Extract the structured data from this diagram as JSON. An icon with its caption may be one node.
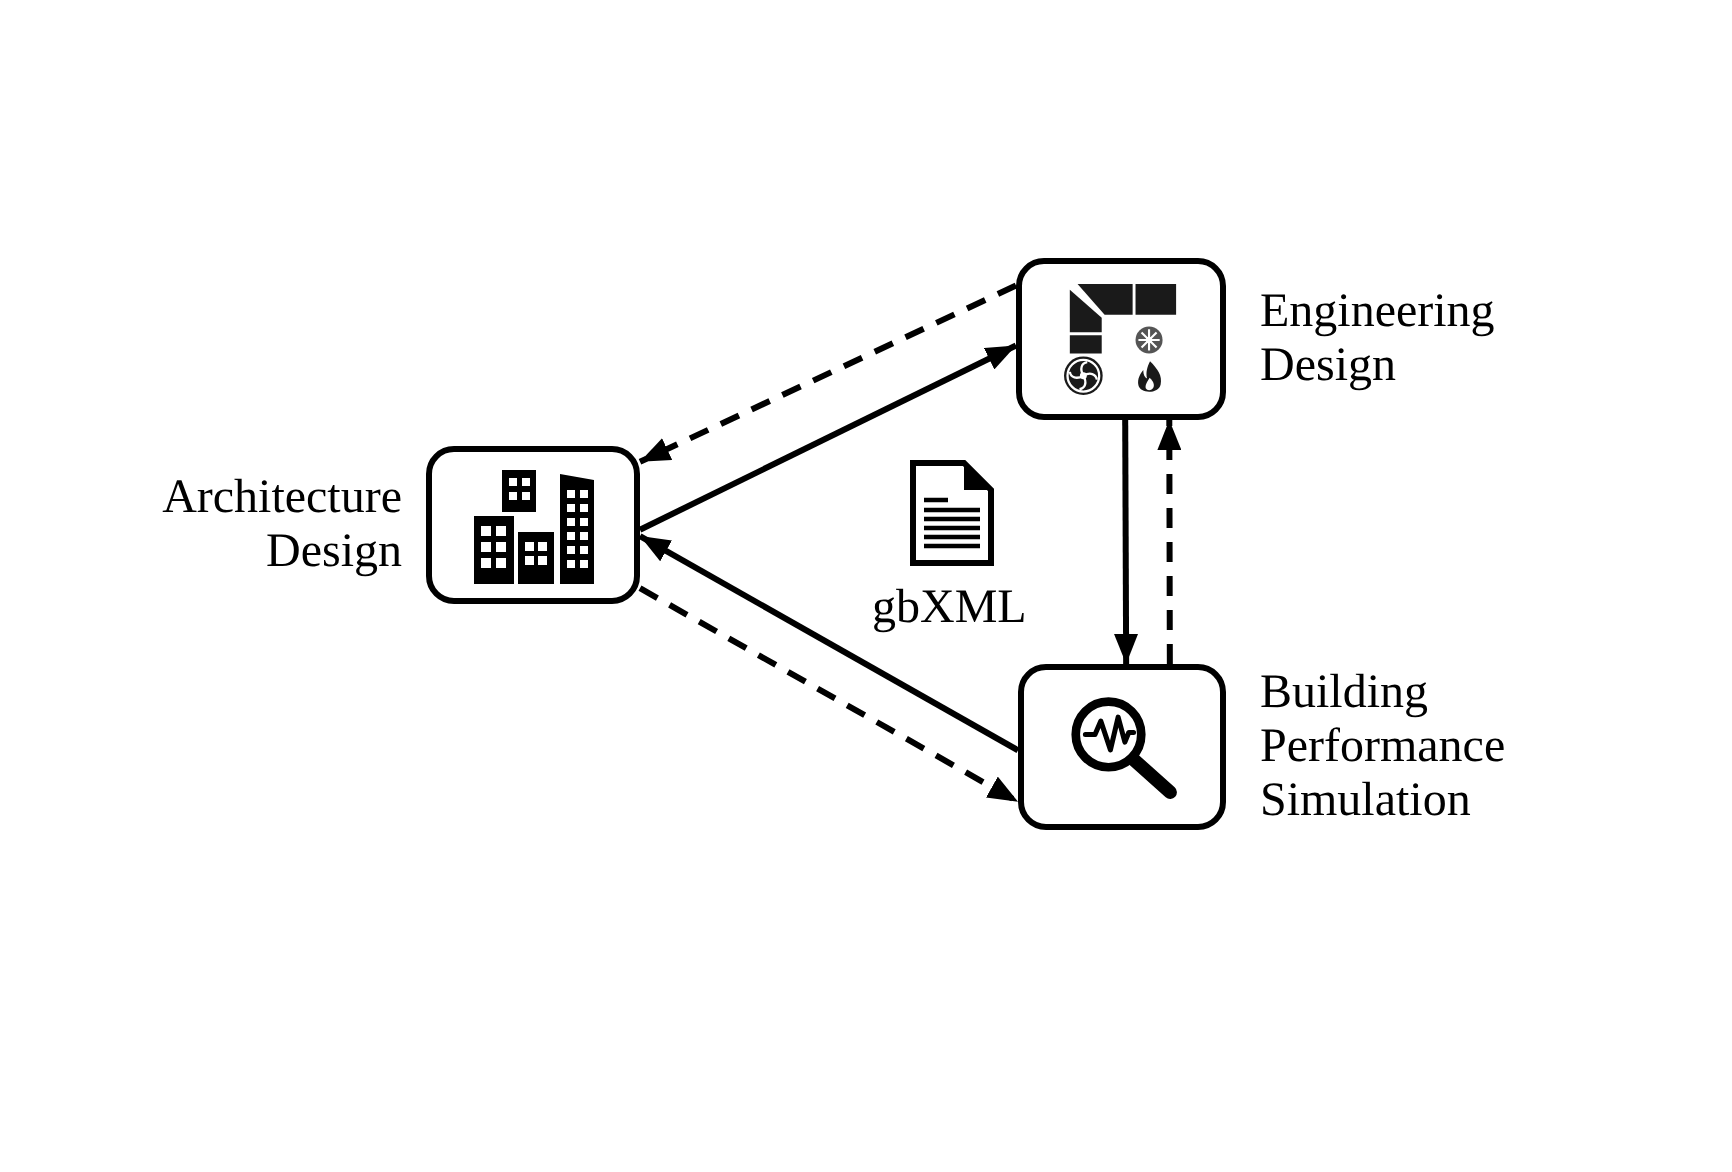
{
  "diagram": {
    "nodes": [
      {
        "text": [
          "Architecture Design"
        ]
      },
      {
        "text": [
          "Engineering Design"
        ]
      },
      {
        "text": [
          "Building Performance Simulation"
        ]
      }
    ],
    "edges": [
      {
        "from": 0,
        "to": 1,
        "arrow": "to"
      },
      {
        "from": 1,
        "to": 0,
        "arrow": "to",
        "style": "dashed"
      },
      {
        "from": 2,
        "to": 0,
        "arrow": "to"
      },
      {
        "from": 0,
        "to": 2,
        "arrow": "to",
        "style": "dashed"
      },
      {
        "from": 1,
        "to": 2,
        "arrow": "to"
      },
      {
        "from": 2,
        "to": 1,
        "arrow": "to",
        "style": "dashed"
      }
    ],
    "labels": [
      "gbXML"
    ]
  }
}
